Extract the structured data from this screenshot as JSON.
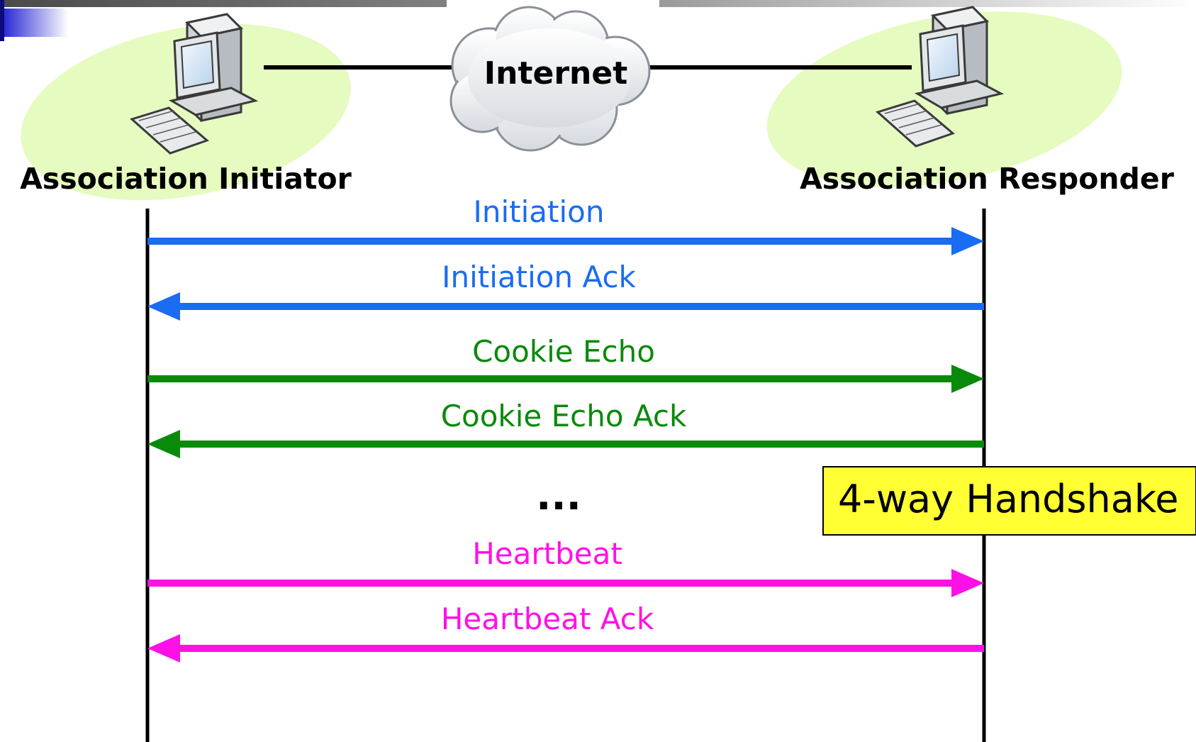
{
  "network": {
    "cloud_label": "Internet"
  },
  "endpoints": {
    "initiator": {
      "label": "Association Initiator"
    },
    "responder": {
      "label": "Association Responder"
    }
  },
  "colors": {
    "blue": "#1a6cf2",
    "green": "#0a8a0a",
    "magenta": "#ff10e6",
    "callout_bg": "#ffff33",
    "halo": "#e6fbbf",
    "line": "#000000"
  },
  "messages": [
    {
      "label": "Initiation",
      "direction": "to-responder",
      "color": "#1a6cf2"
    },
    {
      "label": "Initiation Ack",
      "direction": "to-initiator",
      "color": "#1a6cf2"
    },
    {
      "label": "Cookie Echo",
      "direction": "to-responder",
      "color": "#0a8a0a"
    },
    {
      "label": "Cookie Echo Ack",
      "direction": "to-initiator",
      "color": "#0a8a0a"
    },
    {
      "label": "Heartbeat",
      "direction": "to-responder",
      "color": "#ff10e6"
    },
    {
      "label": "Heartbeat Ack",
      "direction": "to-initiator",
      "color": "#ff10e6"
    }
  ],
  "ellipsis": "...",
  "callout": {
    "label": "4-way Handshake"
  }
}
